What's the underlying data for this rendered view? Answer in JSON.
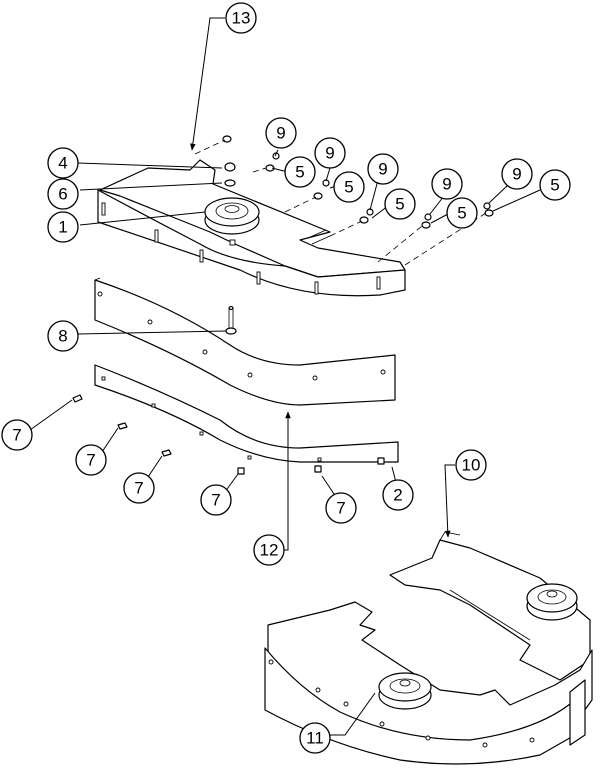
{
  "callouts": {
    "c1": "1",
    "c2": "2",
    "c4": "4",
    "c5": "5",
    "c6": "6",
    "c7": "7",
    "c8": "8",
    "c9": "9",
    "c10": "10",
    "c11": "11",
    "c12": "12",
    "c13": "13"
  }
}
